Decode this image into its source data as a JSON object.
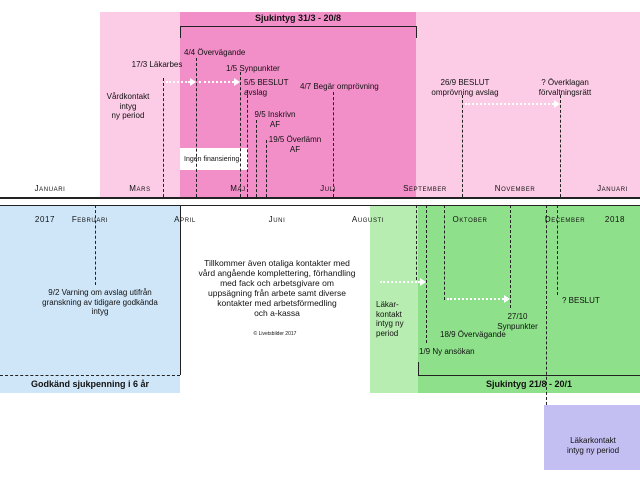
{
  "header": {
    "sjukintyg1": "Sjukintyg 31/3 - 20/8"
  },
  "months_top": [
    "Januari",
    "Mars",
    "Maj",
    "Juli",
    "September",
    "November",
    "Januari"
  ],
  "months_bottom": [
    "2017",
    "Februari",
    "April",
    "Juni",
    "Augusti",
    "Oktober",
    "December",
    "2018"
  ],
  "events_top": {
    "lakarbes": "17/3 Läkarbes",
    "vardkontakt": "Vårdkontakt\nintyg\nny period",
    "overvagande": "4/4 Övervägande",
    "synpunkter": "1/5 Synpunkter",
    "beslut1": "5/5 BESLUT\navslag",
    "begar": "4/7 Begär omprövning",
    "inskrivn": "9/5 Inskrivn\nAF",
    "overlamn": "19/5 Överlämn\nAF",
    "ingen_fin": "Ingen finansiering",
    "beslut2": "26/9 BESLUT\nomprövning avslag",
    "overklagan": "? Överklagan\nförvaltningsrätt"
  },
  "events_bottom": {
    "varning": "9/2 Varning om avslag utifrån\ngranskning av tidigare godkända\nintyg",
    "info": "Tillkommer även otaliga kontakter med\nvård angående komplettering, förhandling\nmed fack och arbetsgivare om\nuppsägning från arbete samt diverse\nkontakter med arbetsförmedling\noch a-kassa",
    "copyright": "© Livetsbilder 2017",
    "lakarkontakt1": "Läkar-\nkontakt\nintyg ny\nperiod",
    "synpunkter2": "27/10\nSynpunkter",
    "overvagande2": "18/9 Övervägande",
    "beslut3": "? BESLUT",
    "ansokan": "1/9 Ny ansökan",
    "lakarkontakt2": "Läkarkontakt\nintyg ny period"
  },
  "footer": {
    "godkand": "Godkänd sjukpenning i 6 år",
    "sjukintyg2": "Sjukintyg 21/8 - 20/1"
  },
  "colors": {
    "pink": "#fccbe6",
    "magenta": "#f28fc9",
    "lightblue": "#cfe6f8",
    "green": "#8ee08a",
    "lightgreen": "#b7edb0",
    "lavender": "#c4bff2"
  }
}
